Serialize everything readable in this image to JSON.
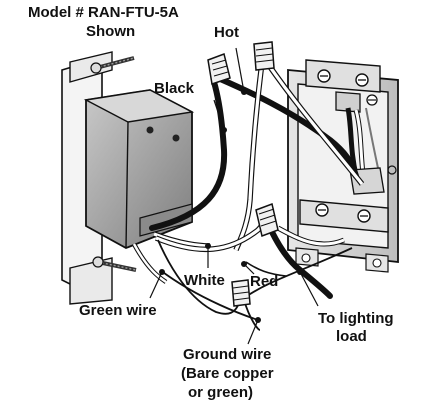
{
  "model": {
    "line1": "Model # RAN-FTU-5A",
    "line2": "Shown"
  },
  "labels": {
    "hot": "Hot",
    "black": "Black",
    "white": "White",
    "red": "Red",
    "green_wire": "Green wire",
    "to_lighting_line1": "To lighting",
    "to_lighting_line2": "load",
    "ground_line1": "Ground wire",
    "ground_line2": "(Bare copper",
    "ground_line3": "or green)"
  },
  "colors": {
    "outline": "#111111",
    "metal": "#cfcfcf",
    "switch_body": "#9a9a9a",
    "wire_black": "#111111",
    "wire_white": "#ffffff"
  }
}
